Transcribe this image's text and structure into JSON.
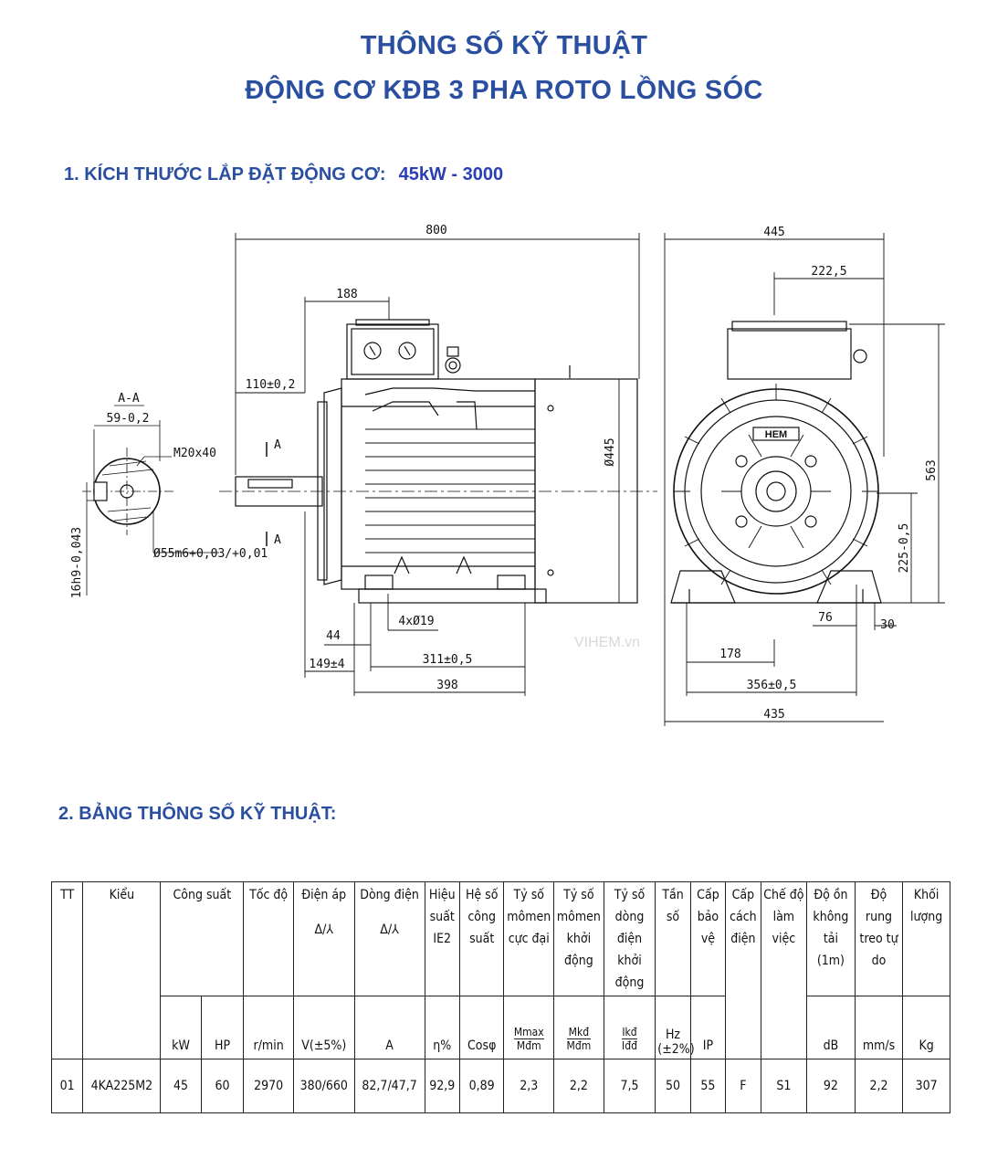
{
  "title_line1": "THÔNG SỐ KỸ THUẬT",
  "title_line2": "ĐỘNG CƠ KĐB 3 PHA ROTO LỒNG SÓC",
  "section1": {
    "label": "1. KÍCH THƯỚC LẮP ĐẶT ĐỘNG CƠ:",
    "model": "45kW - 3000"
  },
  "section2": {
    "label": "2. BẢNG THÔNG SỐ KỸ THUẬT:"
  },
  "drawing": {
    "watermark": "VIHEM.vn",
    "brand": "HEM",
    "section_label": "A-A",
    "dims": {
      "d800": "800",
      "d188": "188",
      "d110": "110±0,2",
      "d445_dia": "Ø445",
      "d44": "44",
      "d149": "149±4",
      "d311": "311±0,5",
      "d398": "398",
      "d4x19": "4xØ19",
      "d59": "59-0,2",
      "dM20": "M20x40",
      "d55": "Ø55m6+0,03/+0,01",
      "d16": "16h9-0,043",
      "dA": "A",
      "d445": "445",
      "d222": "222,5",
      "d563": "563",
      "d225": "225-0,5",
      "d76": "76",
      "d30": "30",
      "d178": "178",
      "d356": "356±0,5",
      "d435": "435"
    }
  },
  "table": {
    "headers": [
      "TT",
      "Kiểu",
      "Công suất",
      "Tốc độ",
      "Điện áp",
      "Dòng điện",
      "Hiệu suất IE2",
      "Hệ số công suất",
      "Tỷ số mômen cực đại",
      "Tỷ số mômen khởi động",
      "Tỷ số dòng điện khởi động",
      "Tần số",
      "Cấp bảo vệ",
      "Cấp cách điện",
      "Chế độ làm việc",
      "Độ ồn không tải (1m)",
      "Độ rung treo tự do",
      "Khối lượng"
    ],
    "delta_star": "Δ/⅄",
    "units": {
      "kw": "kW",
      "hp": "HP",
      "speed": "r/min",
      "volt": "V(±5%)",
      "amp": "A",
      "eff": "η%",
      "pf": "Cosφ",
      "mmax_top": "Mmax",
      "mmax_bot": "Mđm",
      "mkd_top": "Mkđ",
      "mkd_bot": "Mđm",
      "ikd_top": "Ikđ",
      "ikd_bot": "Iđđ",
      "hz": "Hz (±2%)",
      "ip": "IP",
      "db": "dB",
      "mms": "mm/s",
      "kg": "Kg"
    },
    "row": [
      "01",
      "4KA225M2",
      "45",
      "60",
      "2970",
      "380/660",
      "82,7/47,7",
      "92,9",
      "0,89",
      "2,3",
      "2,2",
      "7,5",
      "50",
      "55",
      "F",
      "S1",
      "92",
      "2,2",
      "307"
    ]
  }
}
